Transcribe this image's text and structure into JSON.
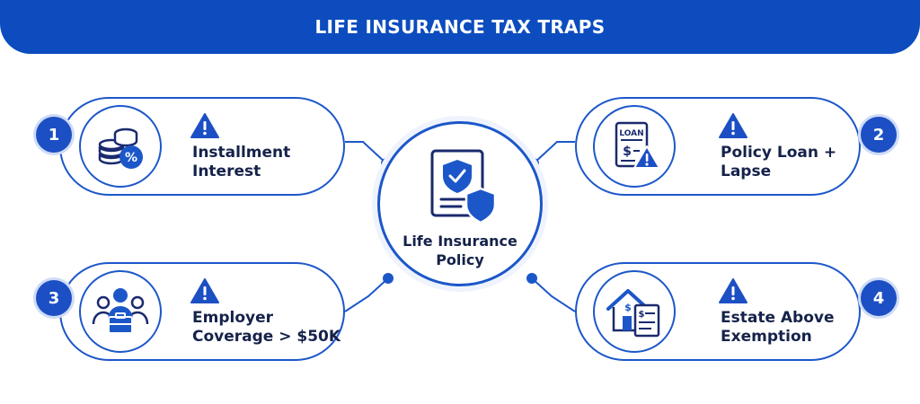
{
  "header": {
    "title": "LIFE INSURANCE TAX TRAPS"
  },
  "hub": {
    "label_line1": "Life Insurance",
    "label_line2": "Policy"
  },
  "traps": [
    {
      "number": "1",
      "label_line1": "Installment",
      "label_line2": "Interest",
      "icon": "coins-percent-icon"
    },
    {
      "number": "2",
      "label_line1": "Policy Loan +",
      "label_line2": "Lapse",
      "icon": "loan-document-icon",
      "icon_text": "LOAN"
    },
    {
      "number": "3",
      "label_line1": "Employer",
      "label_line2": "Coverage > $50K",
      "icon": "employees-briefcase-icon"
    },
    {
      "number": "4",
      "label_line1": "Estate Above",
      "label_line2": "Exemption",
      "icon": "house-document-icon"
    }
  ],
  "colors": {
    "primary": "#1c57c9",
    "header": "#0c4cbf",
    "text": "#15224a",
    "background": "#ffffff"
  }
}
